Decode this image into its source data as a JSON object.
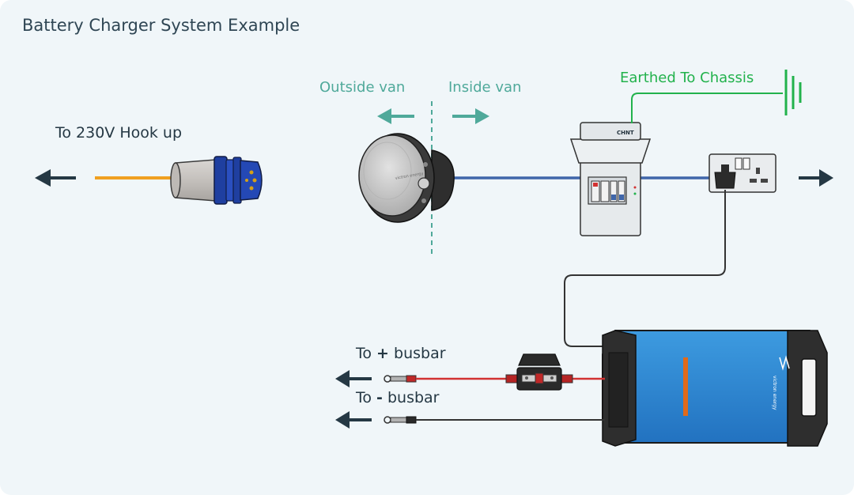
{
  "title": "Battery Charger System Example",
  "labels": {
    "hookup": "To 230V Hook up",
    "outside": "Outside van",
    "inside": "Inside van",
    "earth": "Earthed To Chassis",
    "plus_pre": "To ",
    "plus_sign": "+",
    "plus_post": " busbar",
    "minus_pre": "To ",
    "minus_sign": "-",
    "minus_post": " busbar",
    "rcd_brand": "CHNT",
    "inlet_brand": "victron energy",
    "charger_brand": "victron energy"
  },
  "colors": {
    "background": "#f0f6f9",
    "text": "#253844",
    "teal": "#4fa99a",
    "earth_green": "#22b24c",
    "ac_wire": "#3f66aa",
    "hookup_wire": "#f0a020",
    "positive_wire": "#d23232",
    "negative_wire": "#333333",
    "charger_blue": "#2f86d4",
    "plug_blue": "#1f3fa0"
  }
}
